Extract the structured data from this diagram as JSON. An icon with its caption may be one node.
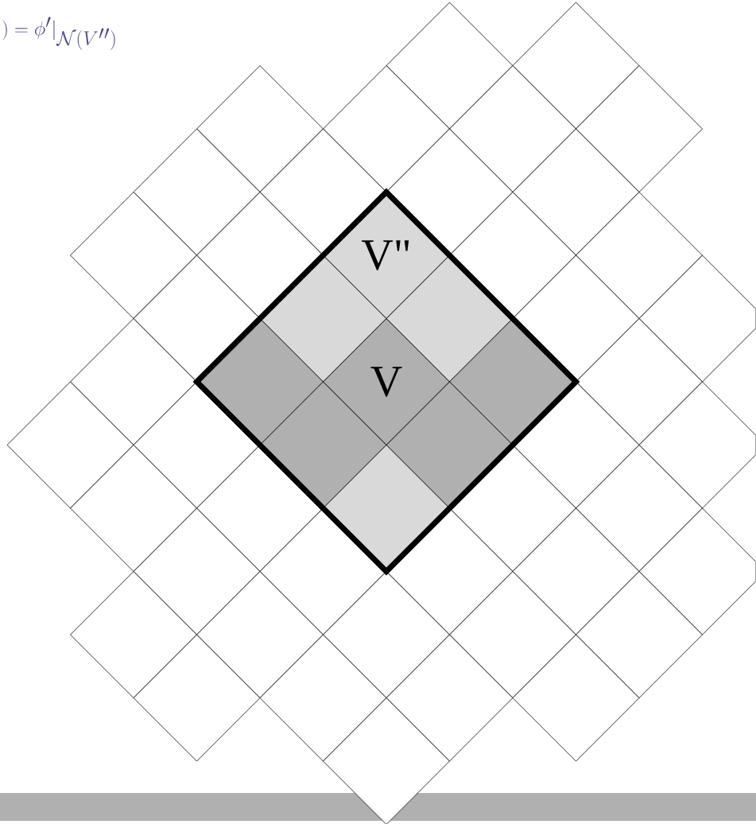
{
  "diagram": {
    "nodes": [
      {
        "text": [
          "V\""
        ]
      },
      {
        "text": [
          "V"
        ]
      }
    ],
    "labels": [
      ") = \\phi'|_{\\mathcal{N}(V'')}"
    ]
  }
}
